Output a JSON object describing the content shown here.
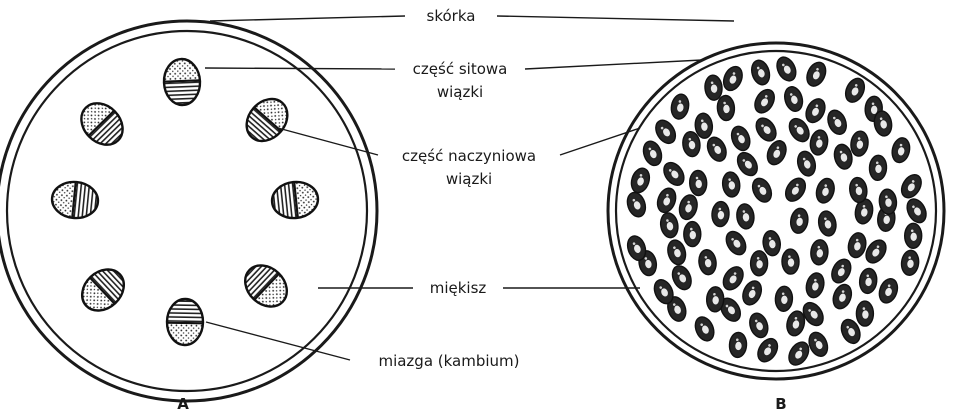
{
  "labels": {
    "skorka": "skórka",
    "czesc_sitowa_1": "część sitowa",
    "czesc_sitowa_2": "wiązki",
    "czesc_naczyniowa_1": "część naczyniowa",
    "czesc_naczyniowa_2": "wiązki",
    "miekisz": "miękisz",
    "miazga": "miazga (kambium)"
  },
  "captions": {
    "a": "A",
    "b": "B"
  }
}
